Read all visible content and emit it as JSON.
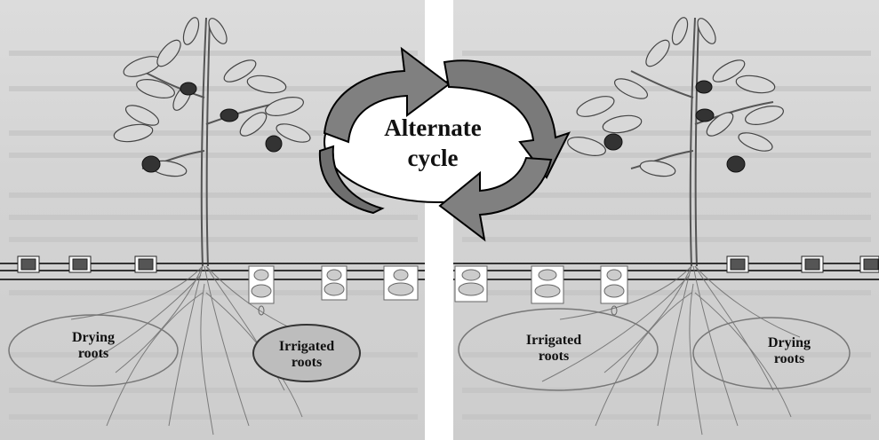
{
  "cycle": {
    "line1": "Alternate",
    "line2": "cycle"
  },
  "left_panel": {
    "label_drying_1": "Drying",
    "label_drying_2": "roots",
    "label_irrigated_1": "Irrigated",
    "label_irrigated_2": "roots"
  },
  "right_panel": {
    "label_irrigated_1": "Irrigated",
    "label_irrigated_2": "roots",
    "label_drying_1": "Drying",
    "label_drying_2": "roots"
  },
  "colors": {
    "background": "#d6d6d6",
    "arrow_fill": "#808080",
    "irrigated_fill": "#b8b8b8",
    "emitter_dark": "#555555"
  }
}
